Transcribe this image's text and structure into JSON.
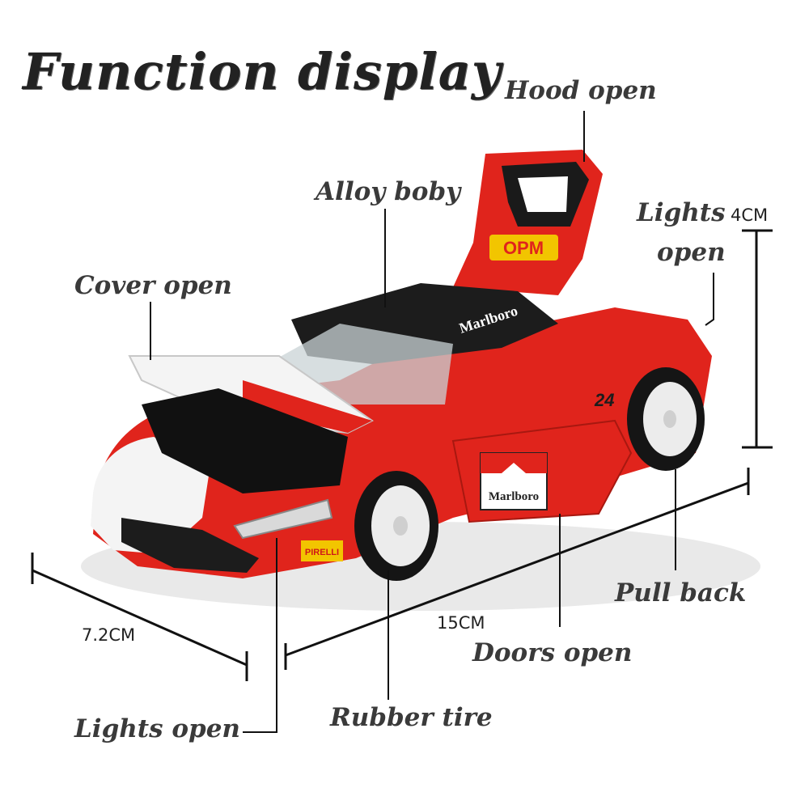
{
  "title": "Function display",
  "callouts": {
    "hood_open": "Hood open",
    "alloy_body": "Alloy boby",
    "lights_open_top_line1": "Lights",
    "lights_open_top_line2": "open",
    "cover_open": "Cover open",
    "pull_back": "Pull back",
    "doors_open": "Doors open",
    "rubber_tire": "Rubber tire",
    "lights_open_bottom": "Lights open"
  },
  "dimensions": {
    "height": "4CM",
    "length": "15CM",
    "width": "7.2CM"
  },
  "car_graphics": {
    "hood_badge": "OPM",
    "door_logo": "Marlboro",
    "roof_logo": "Marlboro",
    "tire_brand": "PIRELLI",
    "race_number": "24"
  },
  "colors": {
    "body_red": "#e0241c",
    "trim_white": "#f4f4f4",
    "roof_black": "#1c1c1c",
    "tire_black": "#151515",
    "rim_white": "#ececec",
    "line_black": "#111111"
  }
}
